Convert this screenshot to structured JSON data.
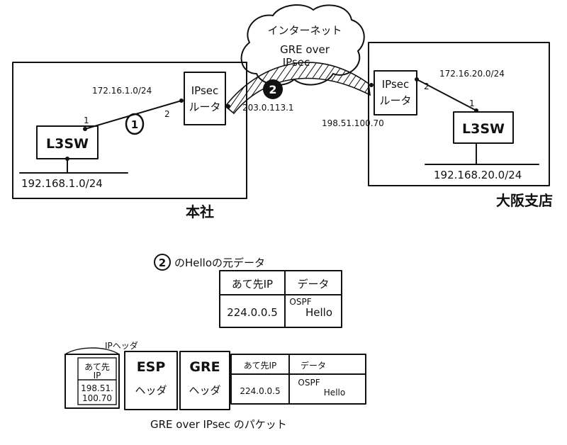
{
  "hq": {
    "label": "本社",
    "l3sw_label": "L3SW",
    "router_label_1": "IPsec",
    "router_label_2": "ルータ",
    "lan_subnet": "192.168.1.0/24",
    "link_subnet": "172.16.1.0/24",
    "port_sw": "1",
    "port_router": "2",
    "wan_ip": "203.0.113.1",
    "marker_1": "1"
  },
  "internet": {
    "label": "インターネット",
    "tunnel_label_1": "GRE over",
    "tunnel_label_2": "IPsec",
    "marker_2": "2"
  },
  "branch": {
    "label": "大阪支店",
    "l3sw_label": "L3SW",
    "router_label_1": "IPsec",
    "router_label_2": "ルータ",
    "lan_subnet": "192.168.20.0/24",
    "link_subnet": "172.16.20.0/24",
    "port_sw": "1",
    "port_router": "2",
    "wan_ip": "198.51.100.70"
  },
  "hello_original": {
    "marker": "2",
    "title": "のHelloの元データ",
    "header_dest": "あて先IP",
    "header_data": "データ",
    "dest_value": "224.0.0.5",
    "data_value_1": "OSPF",
    "data_value_2": "Hello"
  },
  "packet": {
    "ip_header_note": "IPヘッダ",
    "outer_dest_1": "あて先",
    "outer_dest_2": "IP",
    "outer_ip_1": "198.51.",
    "outer_ip_2": "100.70",
    "esp_1": "ESP",
    "esp_2": "ヘッダ",
    "gre_1": "GRE",
    "gre_2": "ヘッダ",
    "inner_dest_header": "あて先IP",
    "inner_dest_value": "224.0.0.5",
    "data_header": "データ",
    "data_value_1": "OSPF",
    "data_value_2": "Hello",
    "caption": "GRE over IPsec のパケット"
  }
}
